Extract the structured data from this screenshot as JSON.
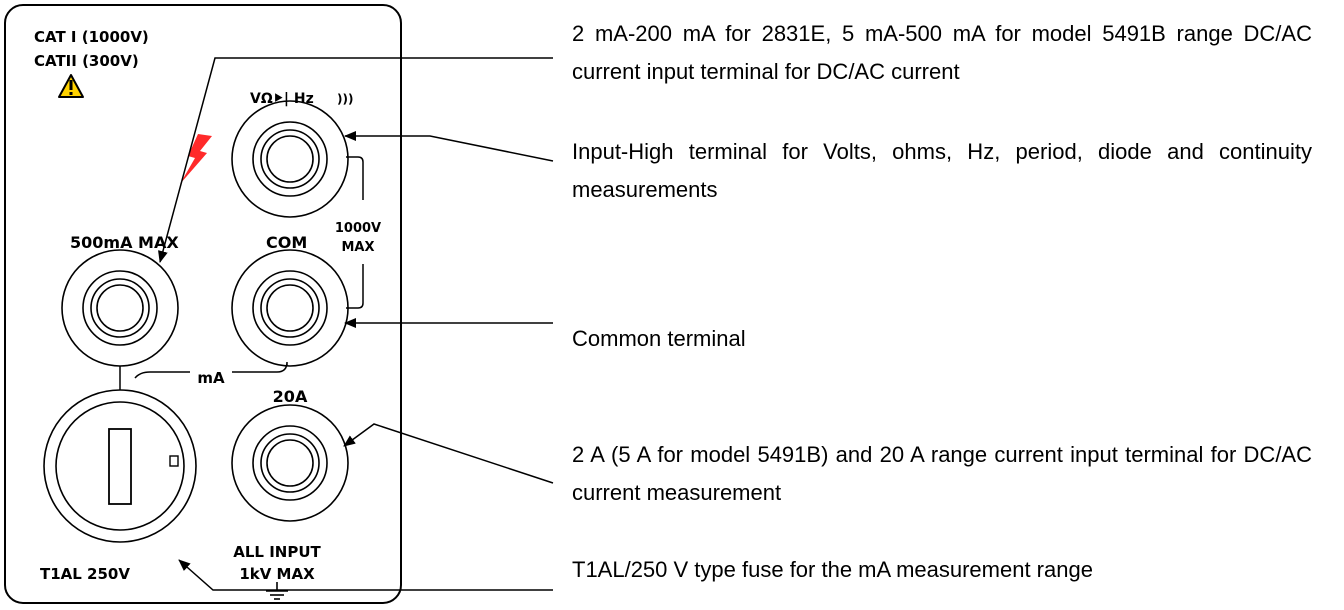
{
  "panel": {
    "category_line1": "CAT I (1000V)",
    "category_line2": "CATII (300V)",
    "v_terminal_label": "VΩ⯈| Hz",
    "current_terminal_label": "500mA MAX",
    "com_label": "COM",
    "max_voltage_line1": "1000V",
    "max_voltage_line2": "MAX",
    "ma_label": "mA",
    "high_current_label": "20A",
    "all_input_line1": "ALL INPUT",
    "all_input_line2": "1kV MAX",
    "fuse_label": "T1AL 250V"
  },
  "descriptions": [
    {
      "text": "2 mA-200 mA for 2831E, 5 mA-500 mA for model 5491B range DC/AC current input terminal for DC/AC current"
    },
    {
      "text": "Input-High terminal for Volts, ohms, Hz, period, diode and continuity measurements"
    },
    {
      "text": "Common terminal"
    },
    {
      "text": "2 A (5 A for model 5491B) and 20 A range current input terminal for DC/AC current measurement"
    },
    {
      "text": "T1AL/250 V type fuse for the mA measurement range"
    }
  ],
  "colors": {
    "warning_yellow": "#ffd200",
    "lightning_red": "#ff2a2a"
  }
}
